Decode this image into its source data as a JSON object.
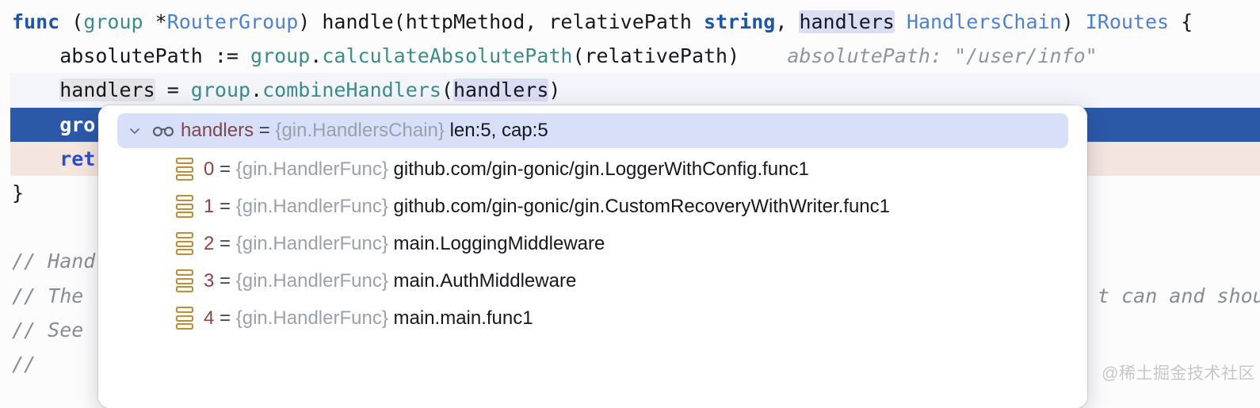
{
  "code": {
    "lines": [
      {
        "cls": "",
        "tokens": [
          {
            "t": "func",
            "c": "keyword"
          },
          {
            "t": " (",
            "c": "plain"
          },
          {
            "t": "group",
            "c": "call"
          },
          {
            "t": " *",
            "c": "plain"
          },
          {
            "t": "RouterGroup",
            "c": "type"
          },
          {
            "t": ") handle(httpMethod, relativePath ",
            "c": "plain"
          },
          {
            "t": "string",
            "c": "keyword"
          },
          {
            "t": ", ",
            "c": "plain"
          },
          {
            "t": "handlers",
            "c": "plain",
            "hl": "lavender"
          },
          {
            "t": " ",
            "c": "plain"
          },
          {
            "t": "HandlersChain",
            "c": "type"
          },
          {
            "t": ") ",
            "c": "plain"
          },
          {
            "t": "IRoutes",
            "c": "type"
          },
          {
            "t": " {",
            "c": "plain"
          }
        ]
      },
      {
        "cls": "",
        "tokens": [
          {
            "t": "    absolutePath := ",
            "c": "plain"
          },
          {
            "t": "group",
            "c": "call"
          },
          {
            "t": ".",
            "c": "plain"
          },
          {
            "t": "calculateAbsolutePath",
            "c": "call"
          },
          {
            "t": "(relativePath)",
            "c": "plain"
          },
          {
            "t": "    absolutePath: \"/user/info\"",
            "c": "hint"
          }
        ]
      },
      {
        "cls": "row-caret",
        "tokens": [
          {
            "t": "    ",
            "c": "plain"
          },
          {
            "t": "handlers",
            "c": "plain",
            "hl": "gray"
          },
          {
            "t": " = ",
            "c": "plain"
          },
          {
            "t": "group",
            "c": "call"
          },
          {
            "t": ".",
            "c": "plain"
          },
          {
            "t": "combineHandlers",
            "c": "call"
          },
          {
            "t": "(",
            "c": "plain"
          },
          {
            "t": "handlers",
            "c": "plain",
            "hl": "lavender"
          },
          {
            "t": ")",
            "c": "plain"
          }
        ]
      },
      {
        "cls": "row-exec",
        "tokens": [
          {
            "t": "    gro",
            "c": "exec"
          }
        ]
      },
      {
        "cls": "row-break",
        "tokens": [
          {
            "t": "    ",
            "c": "plain"
          },
          {
            "t": "ret",
            "c": "return"
          }
        ]
      },
      {
        "cls": "",
        "tokens": [
          {
            "t": "}",
            "c": "plain"
          }
        ]
      },
      {
        "cls": "",
        "tokens": []
      },
      {
        "cls": "",
        "tokens": [
          {
            "t": "// Hand",
            "c": "comment"
          }
        ]
      },
      {
        "cls": "",
        "tokens": [
          {
            "t": "// The",
            "c": "comment"
          }
        ],
        "frag": "t can and shou"
      },
      {
        "cls": "",
        "tokens": [
          {
            "t": "// See",
            "c": "comment"
          }
        ]
      },
      {
        "cls": "",
        "tokens": [
          {
            "t": "//",
            "c": "comment"
          }
        ]
      }
    ]
  },
  "popup": {
    "header": {
      "name": "handlers",
      "eq": " = ",
      "type": "{gin.HandlersChain} ",
      "summary": "len:5, cap:5"
    },
    "rows": [
      {
        "index": "0",
        "eq": " = ",
        "type": "{gin.HandlerFunc} ",
        "value": "github.com/gin-gonic/gin.LoggerWithConfig.func1"
      },
      {
        "index": "1",
        "eq": " = ",
        "type": "{gin.HandlerFunc} ",
        "value": "github.com/gin-gonic/gin.CustomRecoveryWithWriter.func1"
      },
      {
        "index": "2",
        "eq": " = ",
        "type": "{gin.HandlerFunc} ",
        "value": "main.LoggingMiddleware"
      },
      {
        "index": "3",
        "eq": " = ",
        "type": "{gin.HandlerFunc} ",
        "value": "main.AuthMiddleware"
      },
      {
        "index": "4",
        "eq": " = ",
        "type": "{gin.HandlerFunc} ",
        "value": "main.main.func1"
      }
    ]
  },
  "watermark": "@稀土掘金技术社区",
  "colors": {
    "execution_line": "#2b59a8",
    "breakpoint_line": "#f4e5de",
    "popup_header_bg": "#d8dff8",
    "keyword_blue": "#1d55a9",
    "type_blue": "#4f81d2",
    "call_teal": "#3b8c8c",
    "var_maroon": "#7e474b",
    "icon_gold": "#bb8d3e"
  }
}
